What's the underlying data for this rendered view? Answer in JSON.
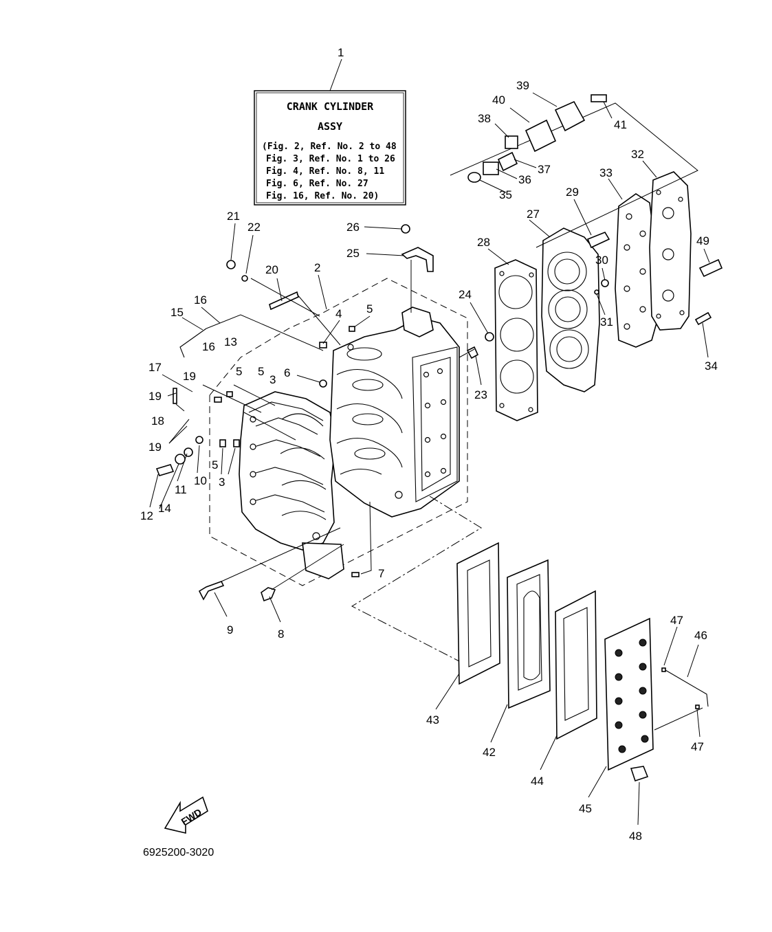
{
  "diagram": {
    "title_box": {
      "line1": "CRANK CYLINDER",
      "line2": "ASSY",
      "refs": [
        "(Fig. 2, Ref. No. 2 to 48",
        "Fig. 3, Ref. No. 1 to 26",
        "Fig. 4, Ref. No. 8, 11",
        "Fig. 6, Ref. No. 27",
        "Fig. 16, Ref. No. 20)"
      ]
    },
    "fwd_label": "FWD",
    "drawing_code": "6925200-3020",
    "callouts": [
      "1",
      "2",
      "3",
      "3",
      "4",
      "5",
      "5",
      "5",
      "5",
      "6",
      "7",
      "8",
      "9",
      "10",
      "11",
      "12",
      "13",
      "14",
      "15",
      "16",
      "16",
      "17",
      "18",
      "19",
      "19",
      "19",
      "20",
      "21",
      "22",
      "23",
      "24",
      "25",
      "26",
      "27",
      "28",
      "29",
      "30",
      "31",
      "32",
      "33",
      "34",
      "35",
      "36",
      "37",
      "38",
      "39",
      "40",
      "41",
      "42",
      "43",
      "44",
      "45",
      "46",
      "47",
      "47",
      "48",
      "49"
    ]
  }
}
